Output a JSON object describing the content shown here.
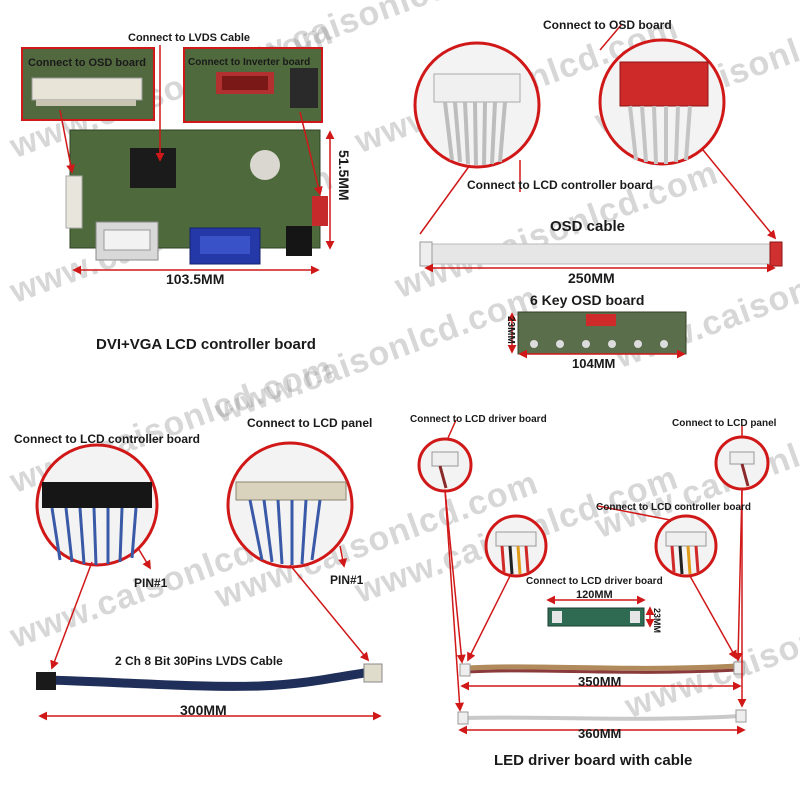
{
  "board": {
    "lvds_label": "Connect to LVDS Cable",
    "osd_label": "Connect to OSD board",
    "inverter_label": "Connect to Inverter board",
    "width_dim": "103.5MM",
    "height_dim": "51.5MM",
    "title": "DVI+VGA LCD controller board"
  },
  "osd": {
    "connect_osd_label": "Connect to OSD board",
    "connect_lcd_ctrl_label": "Connect to LCD controller board",
    "cable_title": "OSD cable",
    "cable_length": "250MM",
    "board_title": "6 Key OSD board",
    "board_width": "104MM",
    "board_height": "23MM"
  },
  "lvds": {
    "connect_ctrl_label": "Connect to LCD controller board",
    "connect_panel_label": "Connect to LCD panel",
    "pin1_left": "PIN#1",
    "pin1_right": "PIN#1",
    "cable_title": "2 Ch 8 Bit 30Pins LVDS Cable",
    "cable_length": "300MM"
  },
  "led": {
    "connect_driver_top": "Connect to LCD driver board",
    "connect_panel": "Connect to LCD panel",
    "connect_ctrl": "Connect to LCD controller board",
    "connect_driver_mid": "Connect to LCD driver board",
    "board_width": "120MM",
    "board_height": "23MM",
    "cable1_length": "350MM",
    "cable2_length": "360MM",
    "title": "LED driver board with cable"
  },
  "watermark": "www.caisonlcd.com",
  "colors": {
    "accent": "#d01818",
    "pcb": "#4e6a3c"
  }
}
